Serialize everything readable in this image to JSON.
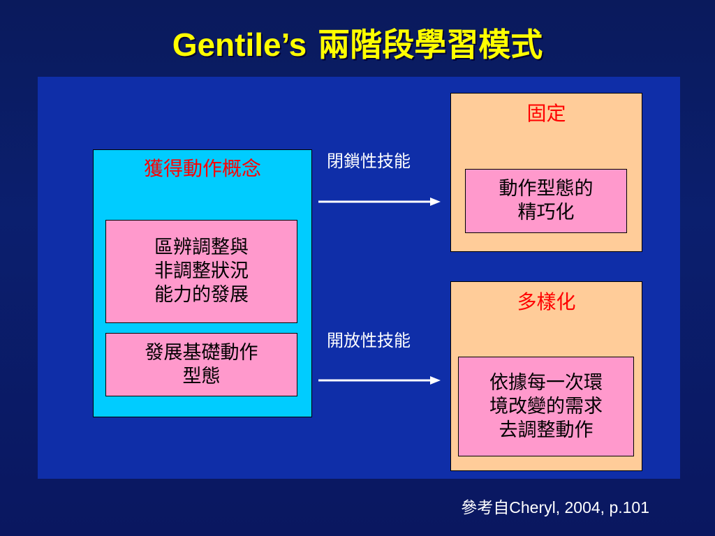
{
  "title": {
    "latin": "Gentile’s",
    "cjk": "兩階段學習模式"
  },
  "stage_one": {
    "heading": "獲得動作概念",
    "item_1": "區辨調整與\n非調整狀況\n能力的發展",
    "item_2": "發展基礎動作\n型態"
  },
  "closed_skill": {
    "label": "閉鎖性技能",
    "outcome_heading": "固定",
    "outcome_item": "動作型態的\n精巧化"
  },
  "open_skill": {
    "label": "開放性技能",
    "outcome_heading": "多樣化",
    "outcome_item": "依據每一次環\n境改變的需求\n去調整動作"
  },
  "reference": {
    "prefix": "參考自",
    "source": "Cheryl, 2004, p.101"
  },
  "colors": {
    "title": "#ffff00",
    "panel": "#0f2ea8",
    "stage_box": "#00ccff",
    "outcome_box": "#ffcc99",
    "item_box": "#ff99cc",
    "heading_text": "#ff0000"
  }
}
